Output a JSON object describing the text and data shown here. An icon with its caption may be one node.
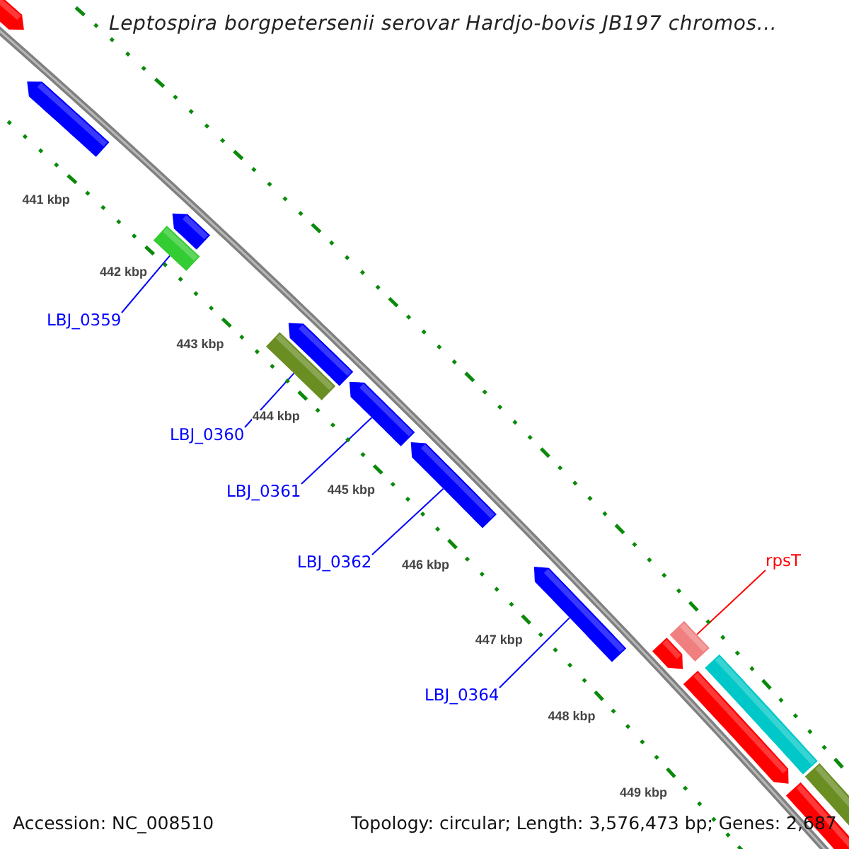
{
  "diagram": {
    "title": "Leptospira borgpetersenii serovar Hardjo-bovis JB197 chromos...",
    "nodes": [
      {
        "text": [],
        "shape": "arrow"
      },
      {
        "text": [],
        "shape": "arrow"
      },
      {
        "text": [],
        "shape": "arrow"
      },
      {
        "text": [
          "LBJ_0359"
        ]
      },
      {
        "text": [],
        "shape": "bar"
      },
      {
        "text": [],
        "shape": "arrow"
      },
      {
        "text": [
          "LBJ_0360"
        ]
      },
      {
        "text": [],
        "shape": "bar"
      },
      {
        "text": [
          "LBJ_0361"
        ]
      },
      {
        "text": [],
        "shape": "arrow"
      },
      {
        "text": [
          "LBJ_0362"
        ]
      },
      {
        "text": [],
        "shape": "arrow"
      },
      {
        "text": [
          "LBJ_0364"
        ]
      },
      {
        "text": [],
        "shape": "arrow"
      },
      {
        "text": [],
        "shape": "arrow"
      },
      {
        "text": [
          "rpsT"
        ]
      },
      {
        "text": [],
        "shape": "bar"
      },
      {
        "text": [],
        "shape": "arrow"
      },
      {
        "text": [],
        "shape": "bar"
      },
      {
        "text": [],
        "shape": "arrow"
      },
      {
        "text": [],
        "shape": "bar"
      }
    ],
    "edges": [
      {
        "from": 3,
        "to": 4,
        "arrow": "none"
      },
      {
        "from": 6,
        "to": 7,
        "arrow": "none"
      },
      {
        "from": 8,
        "to": 9,
        "arrow": "none"
      },
      {
        "from": 10,
        "to": 11,
        "arrow": "none"
      },
      {
        "from": 15,
        "to": 16,
        "arrow": "none",
        "color": "#ff0000"
      },
      {
        "from": 12,
        "to": 13,
        "arrow": "none"
      }
    ],
    "labels": [
      "441 kbp",
      "442 kbp",
      "443 kbp",
      "444 kbp",
      "445 kbp",
      "446 kbp",
      "447 kbp",
      "448 kbp",
      "449 kbp",
      "Accession: NC_008510",
      "Topology: circular; Length: 3,576,473 bp; Genes: 2,687"
    ]
  }
}
